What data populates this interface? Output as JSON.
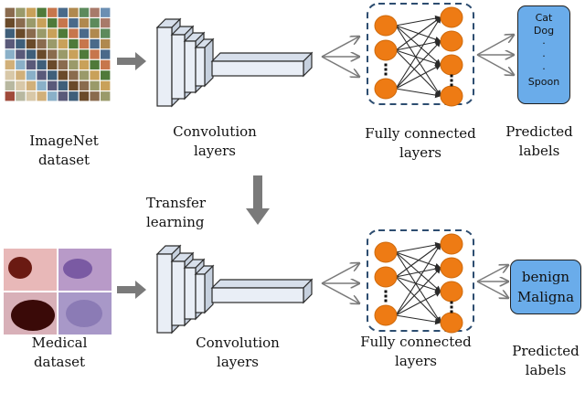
{
  "colors": {
    "node": "#ee7b14",
    "node_stroke": "#cf6a0c",
    "output_box": "#6aacea",
    "dashed_frame": "#2d4d70",
    "arrow_gray": "#7a7a7a",
    "conv_face": "#e9eef6",
    "conv_stroke": "#2a2a2a"
  },
  "top": {
    "image_label": [
      "ImageNet",
      "dataset"
    ],
    "conv_label": [
      "Convolution",
      "layers"
    ],
    "fc_label": [
      "Fully connected",
      "layers"
    ],
    "output_items": [
      "Cat",
      "Dog",
      "·",
      "·",
      "·",
      "Spoon"
    ],
    "output_label": [
      "Predicted",
      "labels"
    ]
  },
  "transfer_label": [
    "Transfer",
    "learning"
  ],
  "bottom": {
    "image_label": [
      "Medical",
      "dataset"
    ],
    "conv_label": [
      "Convolution",
      "layers"
    ],
    "fc_label": [
      "Fully connected",
      "layers"
    ],
    "output_items": [
      "benign",
      "Maligna"
    ],
    "output_label": [
      "Predicted",
      "labels"
    ]
  },
  "imagenet_thumbnails": [
    "#8a6b4e",
    "#4f7a3a",
    "#b0894f",
    "#6b8fb3",
    "#a04a3a",
    "#d1b07a",
    "#3f5f7a",
    "#9a9a6a",
    "#c7764c",
    "#5c8a5c",
    "#7a5c8a",
    "#b8b8a0",
    "#8ab0c8",
    "#6a4a2a",
    "#c9a15a",
    "#4a6a8a",
    "#a87a6a",
    "#7aa07a",
    "#d8c8a8",
    "#5a5a7a"
  ],
  "medical_tiles": [
    "#e8b8b8",
    "#b89ac8",
    "#d8b0b8",
    "#a898c8"
  ]
}
